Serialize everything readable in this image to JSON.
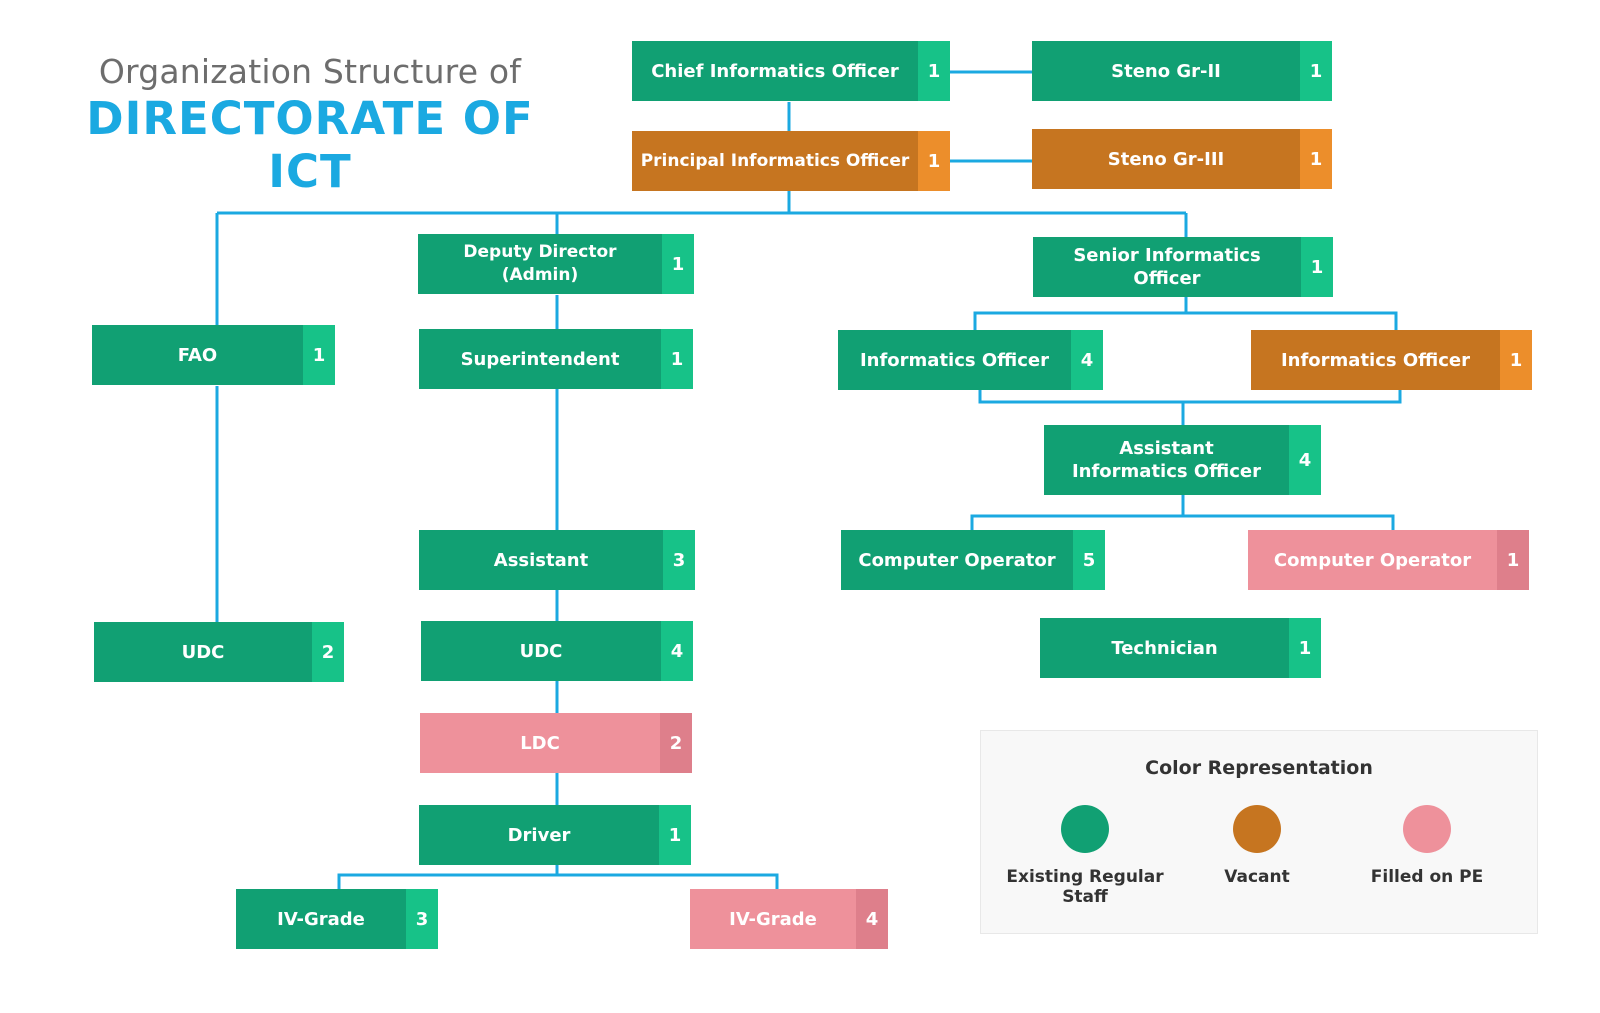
{
  "title": {
    "line1": "Organization Structure of",
    "line2": "DIRECTORATE OF ICT"
  },
  "colors": {
    "existing_regular_staff": "#11a073",
    "vacant": "#c67520",
    "filled_on_pe": "#ee919b",
    "connector": "#1ba9e1"
  },
  "positions": {
    "chief_informatics_officer": {
      "label": "Chief Informatics Officer",
      "count": "1",
      "status": "existing"
    },
    "steno_gr_ii": {
      "label": "Steno Gr-II",
      "count": "1",
      "status": "existing"
    },
    "principal_informatics_officer": {
      "label": "Principal Informatics Officer",
      "count": "1",
      "status": "vacant"
    },
    "steno_gr_iii": {
      "label": "Steno Gr-III",
      "count": "1",
      "status": "vacant"
    },
    "deputy_director_admin": {
      "label": "Deputy Director (Admin)",
      "count": "1",
      "status": "existing"
    },
    "senior_informatics_officer": {
      "label": "Senior Informatics Officer",
      "count": "1",
      "status": "existing"
    },
    "fao": {
      "label": "FAO",
      "count": "1",
      "status": "existing"
    },
    "superintendent": {
      "label": "Superintendent",
      "count": "1",
      "status": "existing"
    },
    "informatics_officer_existing": {
      "label": "Informatics Officer",
      "count": "4",
      "status": "existing"
    },
    "informatics_officer_vacant": {
      "label": "Informatics Officer",
      "count": "1",
      "status": "vacant"
    },
    "assistant_informatics_officer": {
      "label": "Assistant Informatics Officer",
      "count": "4",
      "status": "existing"
    },
    "assistant": {
      "label": "Assistant",
      "count": "3",
      "status": "existing"
    },
    "computer_operator_existing": {
      "label": "Computer Operator",
      "count": "5",
      "status": "existing"
    },
    "computer_operator_pe": {
      "label": "Computer Operator",
      "count": "1",
      "status": "filled_on_pe"
    },
    "udc_fao": {
      "label": "UDC",
      "count": "2",
      "status": "existing"
    },
    "udc_admin": {
      "label": "UDC",
      "count": "4",
      "status": "existing"
    },
    "technician": {
      "label": "Technician",
      "count": "1",
      "status": "existing"
    },
    "ldc": {
      "label": "LDC",
      "count": "2",
      "status": "filled_on_pe"
    },
    "driver": {
      "label": "Driver",
      "count": "1",
      "status": "existing"
    },
    "iv_grade_existing": {
      "label": "IV-Grade",
      "count": "3",
      "status": "existing"
    },
    "iv_grade_pe": {
      "label": "IV-Grade",
      "count": "4",
      "status": "filled_on_pe"
    }
  },
  "legend": {
    "title": "Color Representation",
    "items": [
      {
        "label": "Existing Regular Staff",
        "color": "#11a073"
      },
      {
        "label": "Vacant",
        "color": "#c67520"
      },
      {
        "label": "Filled on PE",
        "color": "#ee919b"
      }
    ]
  }
}
